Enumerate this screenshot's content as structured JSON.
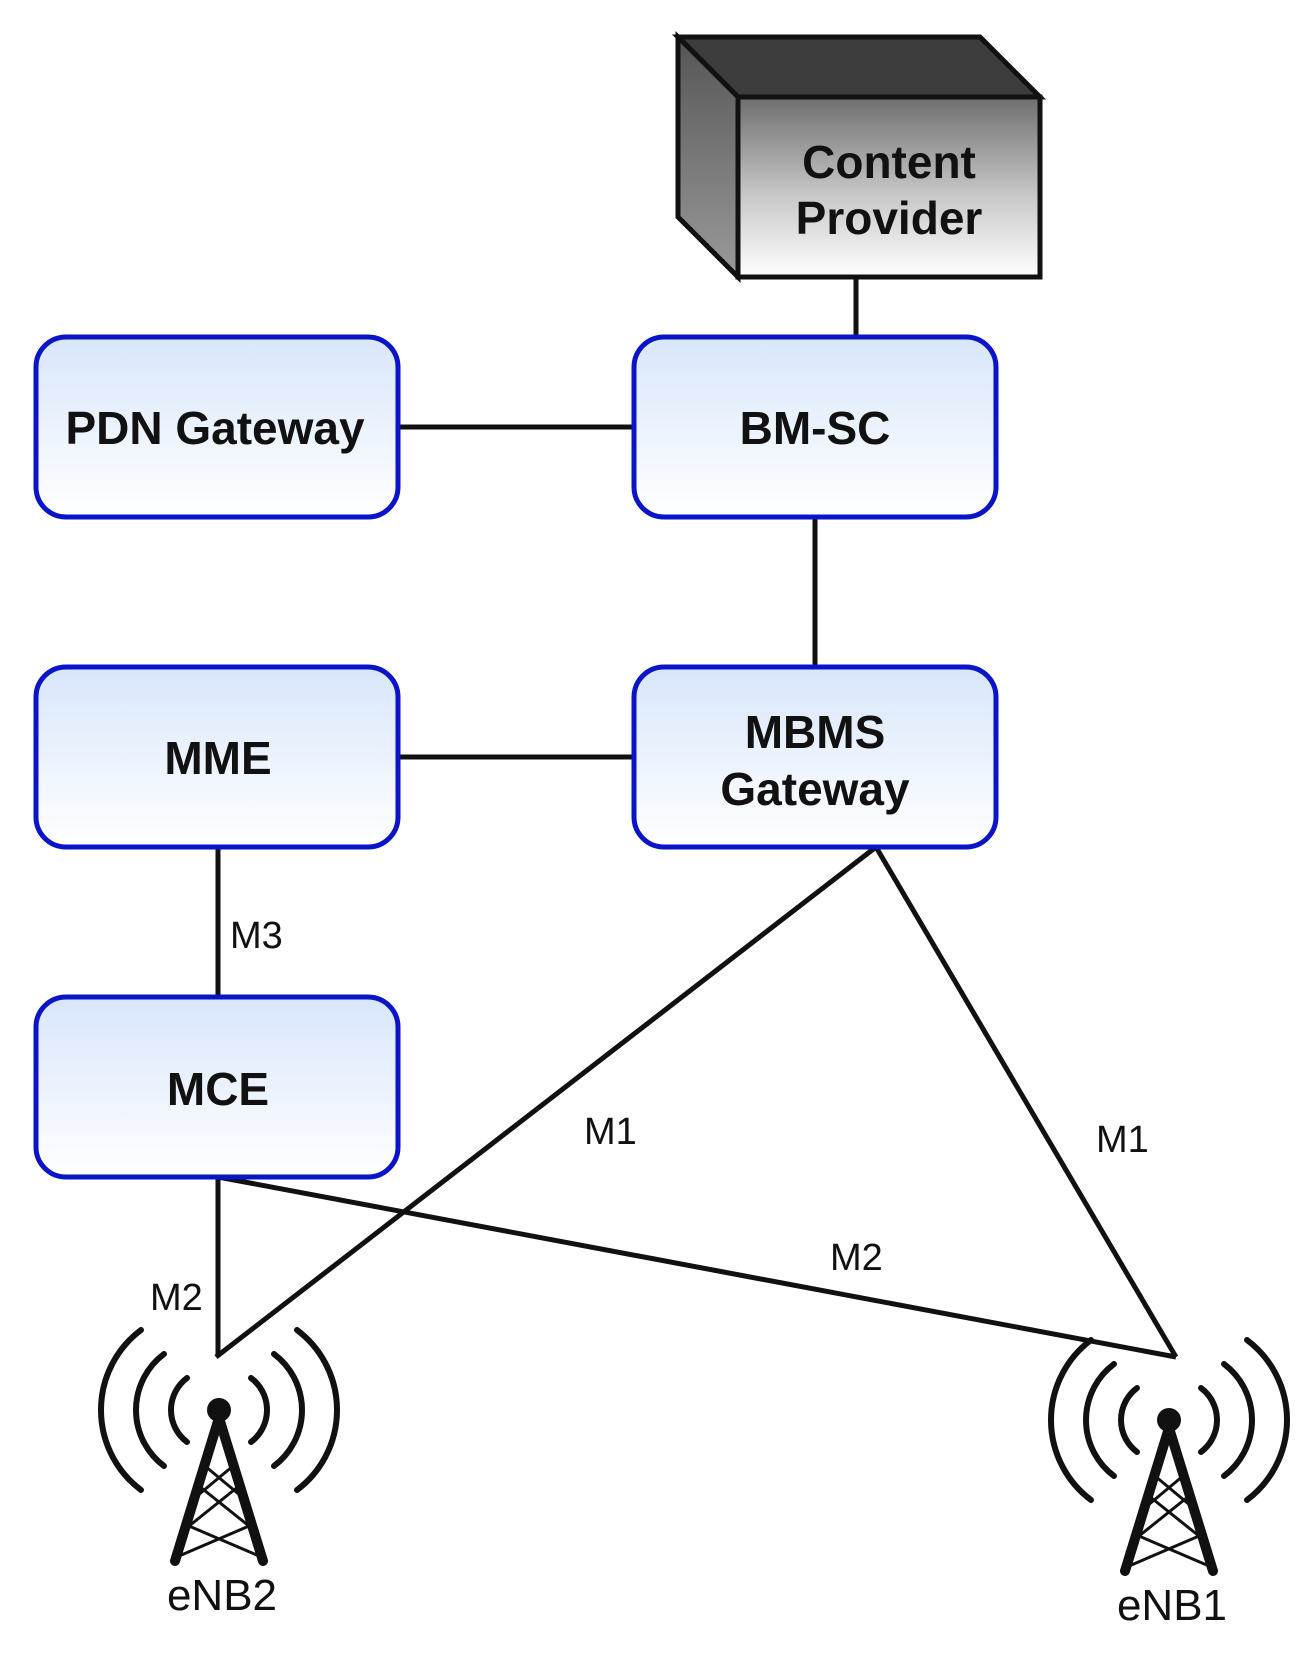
{
  "nodes": {
    "content_provider": {
      "line1": "Content",
      "line2": "Provider"
    },
    "pdn_gateway": {
      "label": "PDN Gateway"
    },
    "bm_sc": {
      "label": "BM-SC"
    },
    "mme": {
      "label": "MME"
    },
    "mbms_gateway": {
      "line1": "MBMS",
      "line2": "Gateway"
    },
    "mce": {
      "label": "MCE"
    },
    "enb2": {
      "label": "eNB2"
    },
    "enb1": {
      "label": "eNB1"
    }
  },
  "edges": {
    "mme_mce": {
      "label": "M3"
    },
    "mbms_enb2": {
      "label": "M1"
    },
    "mbms_enb1": {
      "label": "M1"
    },
    "mce_enb1": {
      "label": "M2"
    },
    "mce_enb2": {
      "label": "M2"
    }
  },
  "colors": {
    "box_border": "#0a14c8",
    "box_fill_top": "#d8e6fb",
    "box_fill_bottom": "#ffffff",
    "line": "#111111"
  },
  "icons": {
    "content_provider": "server-cube-icon",
    "base_station": "radio-tower-icon"
  }
}
